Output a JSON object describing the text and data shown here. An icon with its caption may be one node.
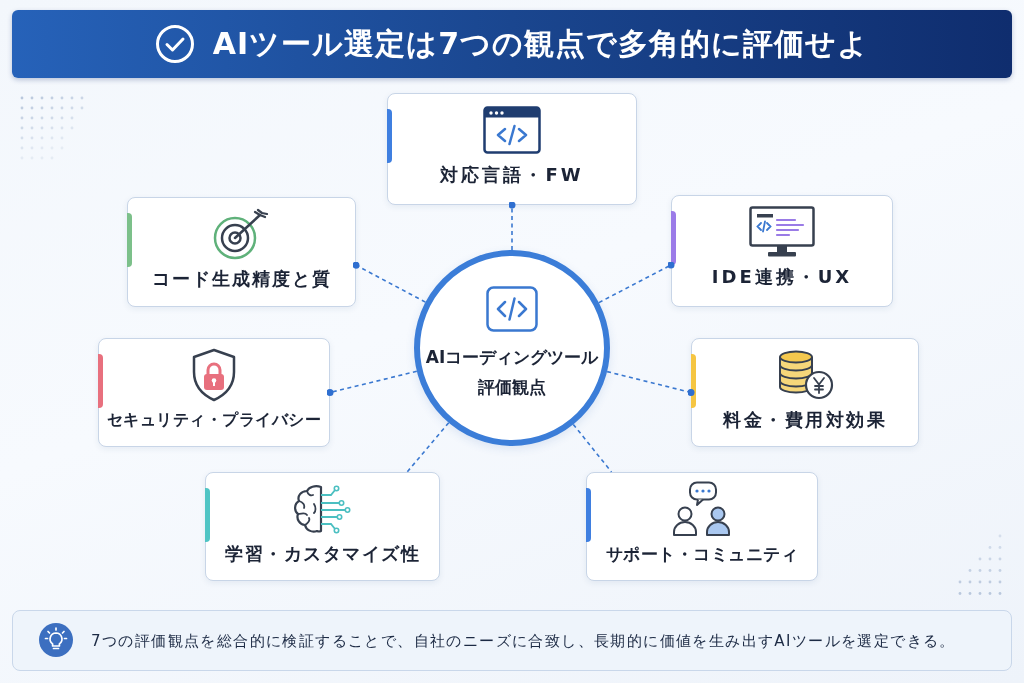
{
  "diagram": {
    "title": "AIツール選定は7つの観点で多角的に評価せよ",
    "nodes": [
      {
        "text": [
          "AIコーディングツール評価観点"
        ]
      },
      {
        "text": [
          "対応言語・FW"
        ]
      },
      {
        "text": [
          "コード生成精度と質"
        ]
      },
      {
        "text": [
          "IDE連携・UX"
        ]
      },
      {
        "text": [
          "セキュリティ・プライバシー"
        ]
      },
      {
        "text": [
          "料金・費用対効果"
        ]
      },
      {
        "text": [
          "学習・カスタマイズ性"
        ]
      },
      {
        "text": [
          "サポート・コミュニティ"
        ]
      },
      {
        "text": [
          "7つの評価観点を総合的に検証することで、自社のニーズに合致し、長期的に価値を生み出すAIツールを選定できる。"
        ]
      }
    ],
    "edges": [
      {
        "from": 0,
        "to": 1,
        "arrow": "other",
        "style": "dashed"
      },
      {
        "from": 0,
        "to": 2,
        "arrow": "other",
        "style": "dashed"
      },
      {
        "from": 0,
        "to": 3,
        "arrow": "other",
        "style": "dashed"
      },
      {
        "from": 0,
        "to": 4,
        "arrow": "other",
        "style": "dashed"
      },
      {
        "from": 0,
        "to": 5,
        "arrow": "other",
        "style": "dashed"
      },
      {
        "from": 0,
        "to": 6,
        "arrow": "none",
        "style": "dashed"
      },
      {
        "from": 0,
        "to": 7,
        "arrow": "none",
        "style": "dashed"
      }
    ]
  }
}
